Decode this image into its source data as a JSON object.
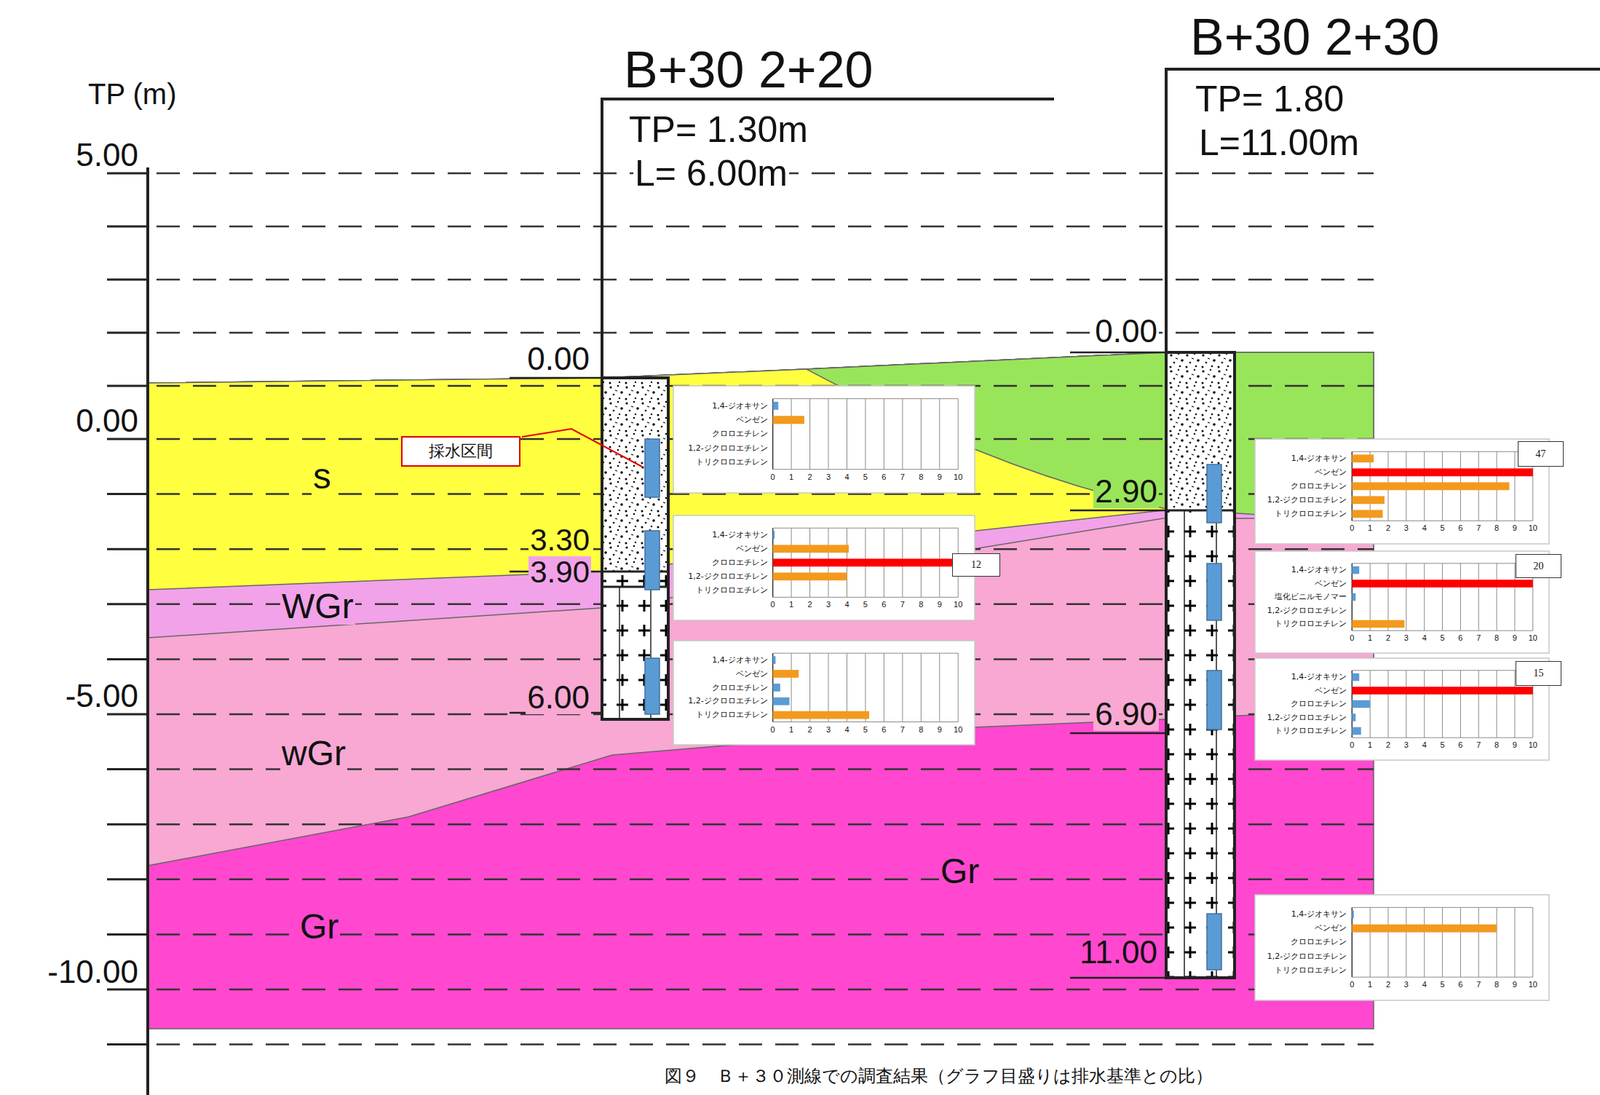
{
  "diagram": {
    "caption": "図９　Ｂ＋３０測線での調査結果（グラフ目盛りは排水基準との比）",
    "nodes": [
      {
        "text": [
          "採水区間"
        ]
      },
      {
        "text": [
          "12"
        ]
      },
      {
        "text": [
          "47"
        ]
      },
      {
        "text": [
          "20"
        ]
      },
      {
        "text": [
          "15"
        ]
      }
    ],
    "labels": [
      "TP (m)",
      "5.00",
      "0.00",
      "-5.00",
      "-10.00",
      "s",
      "WGr",
      "wGr",
      "Gr",
      "Gr",
      "B+30 2+20",
      "TP= 1.30m",
      "L= 6.00m",
      "0.00",
      "3.30",
      "3.90",
      "6.00",
      "B+30 2+30",
      "TP= 1.80",
      "L=11.00m",
      "0.00",
      "2.90",
      "6.90",
      "11.00",
      "1,4-ジオキサン",
      "ベンゼン",
      "クロロエチレン",
      "1,2-ジクロロエチレン",
      "トリクロロエチレン",
      "0",
      "1",
      "2",
      "3",
      "4",
      "5",
      "6",
      "7",
      "8",
      "9",
      "10",
      "1,4-ジオキサン",
      "ベンゼン",
      "クロロエチレン",
      "1,2-ジクロロエチレン",
      "トリクロロエチレン",
      "0",
      "1",
      "2",
      "3",
      "4",
      "5",
      "6",
      "7",
      "8",
      "9",
      "10",
      "1,4-ジオキサン",
      "ベンゼン",
      "クロロエチレン",
      "1,2-ジクロロエチレン",
      "トリクロロエチレン",
      "0",
      "1",
      "2",
      "3",
      "4",
      "5",
      "6",
      "7",
      "8",
      "9",
      "10",
      "1,4-ジオキサン",
      "ベンゼン",
      "クロロエチレン",
      "1,2-ジクロロエチレン",
      "トリクロロエチレン",
      "0",
      "1",
      "2",
      "3",
      "4",
      "5",
      "6",
      "7",
      "8",
      "9",
      "10",
      "1,4-ジオキサン",
      "ベンゼン",
      "塩化ビニルモノマー",
      "1,2-ジクロロエチレン",
      "トリクロロエチレン",
      "0",
      "1",
      "2",
      "3",
      "4",
      "5",
      "6",
      "7",
      "8",
      "9",
      "10",
      "1,4-ジオキサン",
      "ベンゼン",
      "クロロエチレン",
      "1,2-ジクロロエチレン",
      "トリクロロエチレン",
      "0",
      "1",
      "2",
      "3",
      "4",
      "5",
      "6",
      "7",
      "8",
      "9",
      "10",
      "1,4-ジオキサン",
      "ベンゼン",
      "クロロエチレン",
      "1,2-ジクロロエチレン",
      "トリクロロエチレン",
      "0",
      "1",
      "2",
      "3",
      "4",
      "5",
      "6",
      "7",
      "8",
      "9",
      "10"
    ]
  }
}
